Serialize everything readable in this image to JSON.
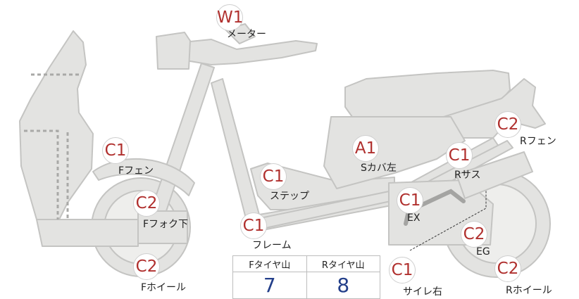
{
  "markers": {
    "meter": {
      "grade": "W1",
      "label": "メーター"
    },
    "front_fender": {
      "grade": "C1",
      "label": "Fフェン"
    },
    "front_fork_lower": {
      "grade": "C2",
      "label": "Fフォク下"
    },
    "front_wheel": {
      "grade": "C2",
      "label": "Fホイール"
    },
    "step": {
      "grade": "C1",
      "label": "ステップ"
    },
    "frame": {
      "grade": "C1",
      "label": "フレーム"
    },
    "side_cover_left": {
      "grade": "A1",
      "label": "Sカバ左"
    },
    "rear_suspension": {
      "grade": "C1",
      "label": "Rサス"
    },
    "exhaust": {
      "grade": "C1",
      "label": "EX"
    },
    "engine": {
      "grade": "C2",
      "label": "EG"
    },
    "silencer_right": {
      "grade": "C1",
      "label": "サイレ右"
    },
    "rear_fender": {
      "grade": "C2",
      "label": "Rフェン"
    },
    "rear_wheel": {
      "grade": "C2",
      "label": "Rホイール"
    }
  },
  "tire_table": {
    "front_header": "Fタイヤ山",
    "rear_header": "Rタイヤ山",
    "front_value": "7",
    "rear_value": "8"
  },
  "colors": {
    "grade_text": "#b0302e",
    "tire_value": "#233f8a",
    "part_fill": "#e3e3e1",
    "part_stroke": "#c4c4c2"
  }
}
